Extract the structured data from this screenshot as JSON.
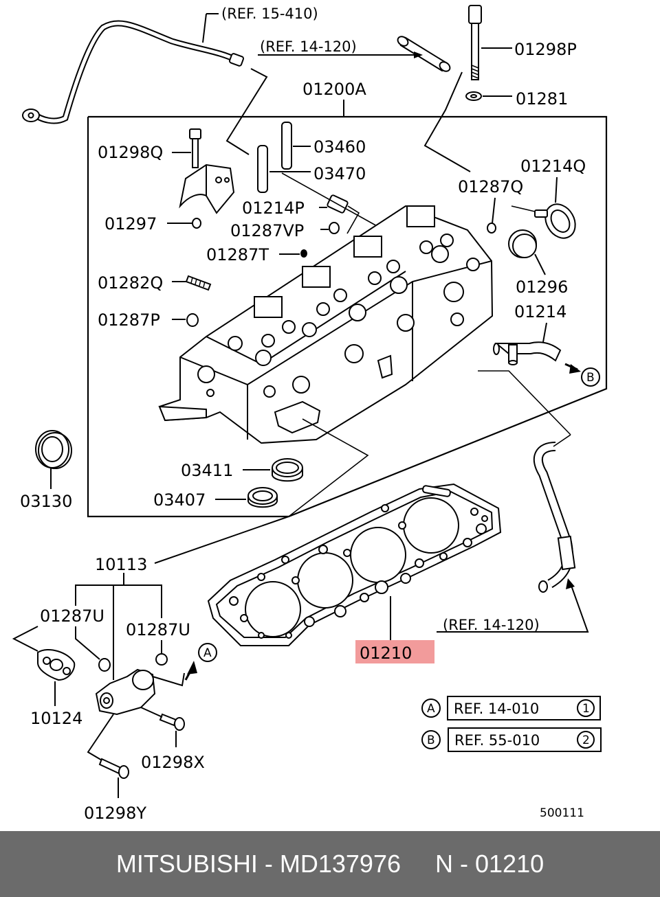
{
  "colors": {
    "highlight": "#f29b9b",
    "footer_bg": "#6b6b6b",
    "footer_text": "#ffffff"
  },
  "labels": {
    "ref_15_410": "(REF. 15-410)",
    "ref_14_120_top": "(REF. 14-120)",
    "p01298P": "01298P",
    "p01281": "01281",
    "p01200A": "01200A",
    "p01298Q": "01298Q",
    "p03460": "03460",
    "p03470": "03470",
    "p01214Q": "01214Q",
    "p01287Q": "01287Q",
    "p01214P": "01214P",
    "p01297": "01297",
    "p01287VP": "01287VP",
    "p01287T": "01287T",
    "p01282Q": "01282Q",
    "p01296": "01296",
    "p01214": "01214",
    "p01287P": "01287P",
    "marker_b_small": "B",
    "p03130": "03130",
    "p03411": "03411",
    "p03407": "03407",
    "p10113": "10113",
    "p01287U_left": "01287U",
    "p01287U_right": "01287U",
    "marker_a_small": "A",
    "p10124": "10124",
    "p01210": "01210",
    "ref_14_120_bottom": "(REF. 14-120)",
    "p01298X": "01298X",
    "p01298Y": "01298Y",
    "legend_a_letter": "A",
    "legend_a_text": "REF. 14-010",
    "legend_a_num": "1",
    "legend_b_letter": "B",
    "legend_b_text": "REF. 55-010",
    "legend_b_num": "2",
    "diagram_code": "500111"
  },
  "footer": {
    "caption": "MITSUBISHI - MD137976     N - 01210"
  }
}
